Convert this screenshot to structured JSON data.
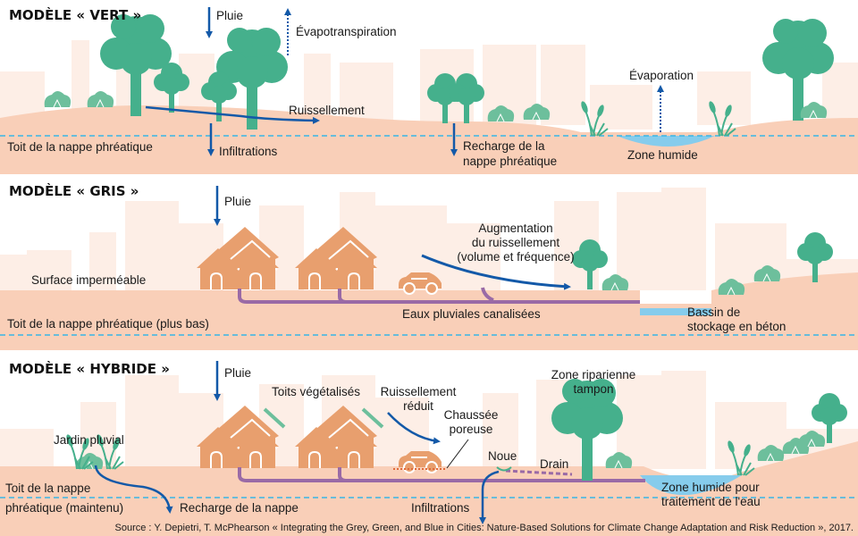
{
  "colors": {
    "ground": "#f9cfb8",
    "skyline": "#fdeee6",
    "tree": "#45b08c",
    "tree_light": "#6dbf9c",
    "house": "#e89f6e",
    "pipe": "#9a6aa6",
    "water": "#86ccec",
    "arrow": "#1359a8",
    "water_table": "#38b6e6"
  },
  "panels": [
    {
      "title": "MODÈLE « VERT »",
      "labels": {
        "rain": "Pluie",
        "evapotranspiration": "Évapotranspiration",
        "runoff": "Ruissellement",
        "water_table": "Toit de la nappe phréatique",
        "infiltration": "Infiltrations",
        "recharge_1": "Recharge de la",
        "recharge_2": "nappe phréatique",
        "evaporation": "Évaporation",
        "wetland": "Zone humide"
      }
    },
    {
      "title": "MODÈLE « GRIS »",
      "labels": {
        "rain": "Pluie",
        "impermeable": "Surface imperméable",
        "runoff_1": "Augmentation",
        "runoff_2": "du ruissellement",
        "runoff_3": "(volume et fréquence)",
        "pipes": "Eaux pluviales canalisées",
        "water_table": "Toit de la nappe phréatique (plus bas)",
        "basin_1": "Bassin de",
        "basin_2": "stockage en béton"
      }
    },
    {
      "title": "MODÈLE « HYBRIDE »",
      "labels": {
        "rain": "Pluie",
        "green_roofs": "Toits végétalisés",
        "reduced_runoff_1": "Ruissellement",
        "reduced_runoff_2": "réduit",
        "porous_1": "Chaussée",
        "porous_2": "poreuse",
        "riparian_1": "Zone riparienne",
        "riparian_2": "tampon",
        "rain_garden": "Jardin pluvial",
        "swale": "Noue",
        "drain": "Drain",
        "water_table_1": "Toit de la nappe",
        "water_table_2": "phréatique (maintenu)",
        "recharge": "Recharge de la nappe",
        "infiltration": "Infiltrations",
        "wetland_1": "Zone humide pour",
        "wetland_2": "traitement de l'eau"
      }
    }
  ],
  "source": "Source : Y. Depietri, T. McPhearson « Integrating the Grey, Green, and Blue in Cities: Nature-Based Solutions for Climate Change Adaptation and Risk Reduction », 2017."
}
